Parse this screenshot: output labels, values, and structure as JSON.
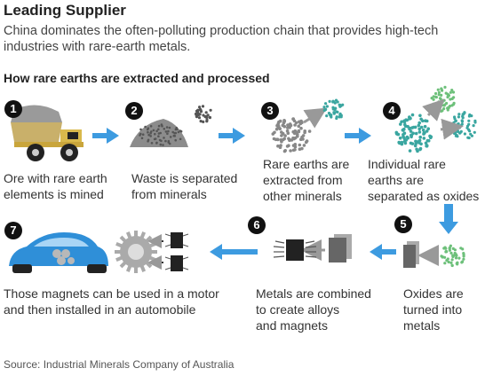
{
  "header": {
    "title": "Leading Supplier",
    "subtitle": "China dominates the often-polluting production chain that provides high-tech industries with rare-earth metals.",
    "section_title": "How rare earths are extracted and processed"
  },
  "steps": [
    {
      "number": "1",
      "caption_lines": [
        "Ore with rare earth",
        "elements is mined"
      ]
    },
    {
      "number": "2",
      "caption_lines": [
        "Waste is separated",
        "from minerals"
      ]
    },
    {
      "number": "3",
      "caption_lines": [
        "Rare earths are",
        "extracted from",
        "other minerals"
      ]
    },
    {
      "number": "4",
      "caption_lines": [
        "Individual rare",
        "earths are",
        "separated as oxides"
      ]
    },
    {
      "number": "5",
      "caption_lines": [
        "Oxides are",
        "turned into",
        "metals"
      ]
    },
    {
      "number": "6",
      "caption_lines": [
        "Metals are combined",
        "to create alloys",
        "and magnets"
      ]
    },
    {
      "number": "7",
      "caption_lines": [
        "Those magnets can be used in a motor",
        "and then installed in an automobile"
      ]
    }
  ],
  "source": "Source: Industrial Minerals Company of Australia",
  "colors": {
    "arrow": "#3d9be0",
    "car": "#2f8fd8",
    "green_dots": "#6dc07a",
    "teal_dots": "#3aa6a0",
    "gray": "#888888",
    "badge": "#111111"
  }
}
